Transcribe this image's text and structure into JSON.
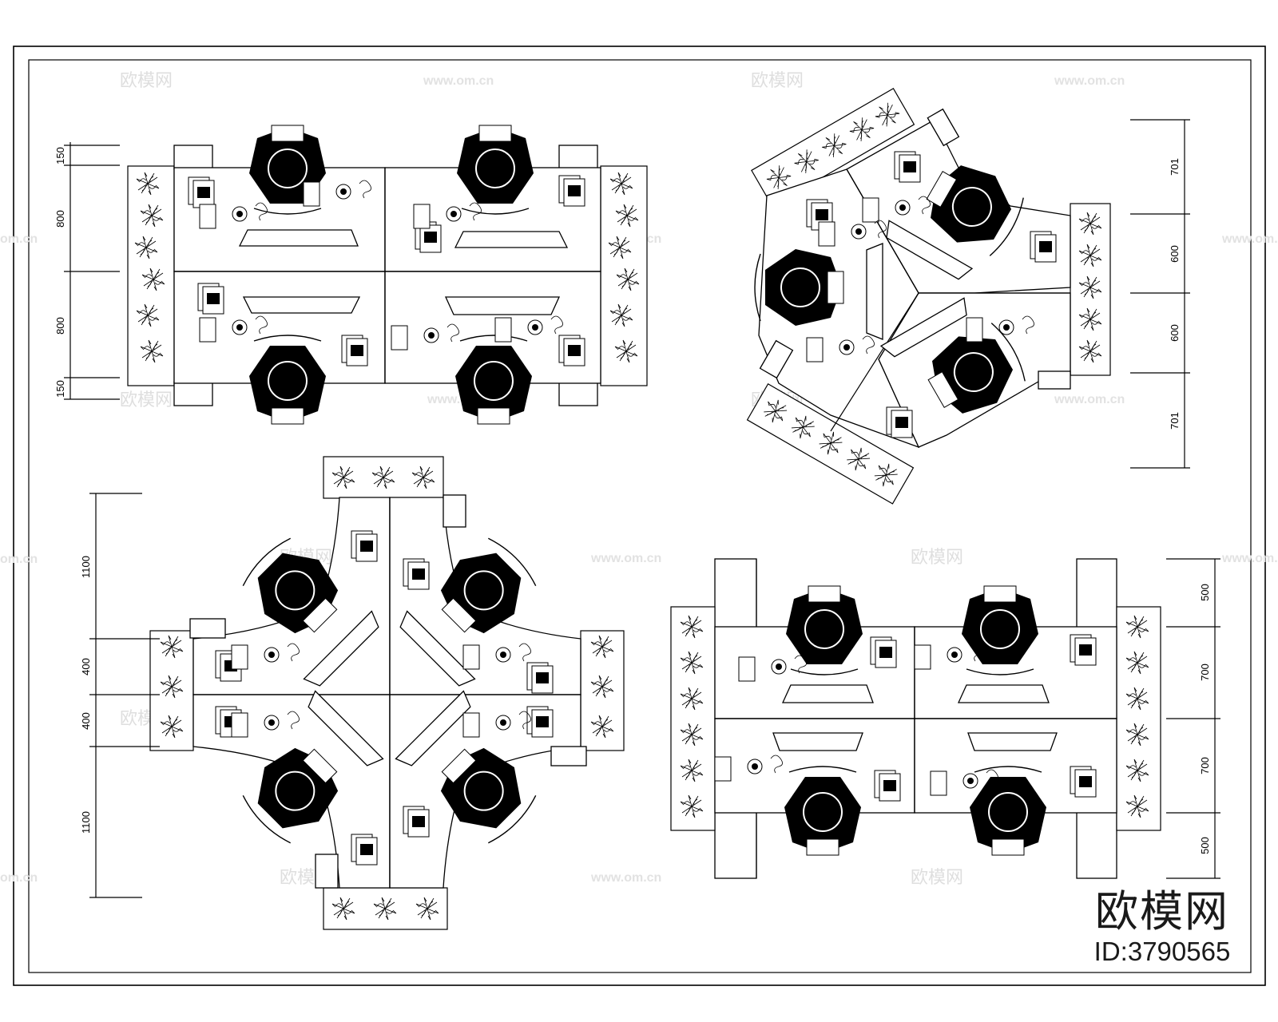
{
  "watermarks": {
    "brand": "欧模网",
    "url": "www.om.cn",
    "url_edge": "om.cn"
  },
  "stamp": {
    "name": "欧模网",
    "id": "ID:3790565"
  },
  "dimensions": {
    "plan_a": [
      "150",
      "800",
      "800",
      "150"
    ],
    "plan_b": [
      "701",
      "600",
      "600",
      "701"
    ],
    "plan_c": [
      "1100",
      "400",
      "400",
      "1100"
    ],
    "plan_d": [
      "500",
      "700",
      "700",
      "500"
    ]
  }
}
